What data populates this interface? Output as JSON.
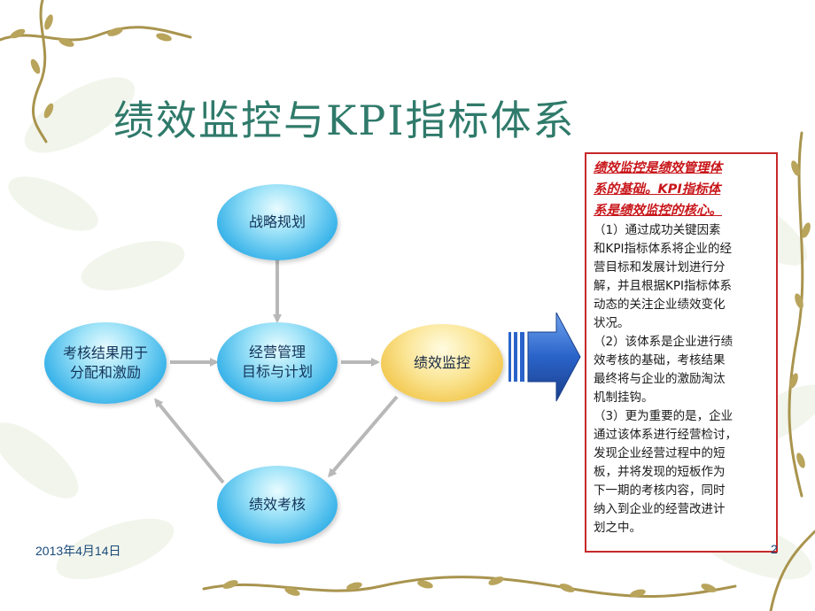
{
  "slide": {
    "title": "绩效监控与KPI指标体系",
    "nodes": {
      "strategy": "战略规划",
      "ops_line1": "经营管理",
      "ops_line2": "目标与计划",
      "monitor": "绩效监控",
      "results_line1": "考核结果用于",
      "results_line2": "分配和激励",
      "assess": "绩效考核"
    },
    "panel": {
      "highlight_lines": [
        "绩效监控是绩效管理体",
        "系的基础。KPI指标体",
        "系是绩效监控的核心。"
      ],
      "body_lines": [
        "（1）通过成功关键因素",
        "和KPI指标体系将企业的经",
        "营目标和发展计划进行分",
        "解，并且根据KPI指标体系",
        "动态的关注企业绩效变化",
        "状况。",
        "（2）该体系是企业进行绩",
        "效考核的基础，考核结果",
        "最终将与企业的激励淘汰",
        "机制挂钩。",
        "（3）更为重要的是，企业",
        "通过该体系进行经营检讨，",
        "发现企业经营过程中的短",
        "板，并将发现的短板作为",
        "下一期的考核内容，同时",
        "纳入到企业的经营改进计",
        "划之中。"
      ]
    },
    "footer": {
      "date": "2013年4月14日",
      "page": "2"
    },
    "colors": {
      "title": "#2f7a6a",
      "node_blue": "#3fb6ea",
      "node_gold": "#f2c64a",
      "panel_border": "#c7282a",
      "highlight_text": "#c8161a",
      "arrow": "#b8b8b8",
      "big_arrow": "#2a63c9"
    },
    "icons": [
      "vine-decoration",
      "right-arrow-icon"
    ]
  }
}
